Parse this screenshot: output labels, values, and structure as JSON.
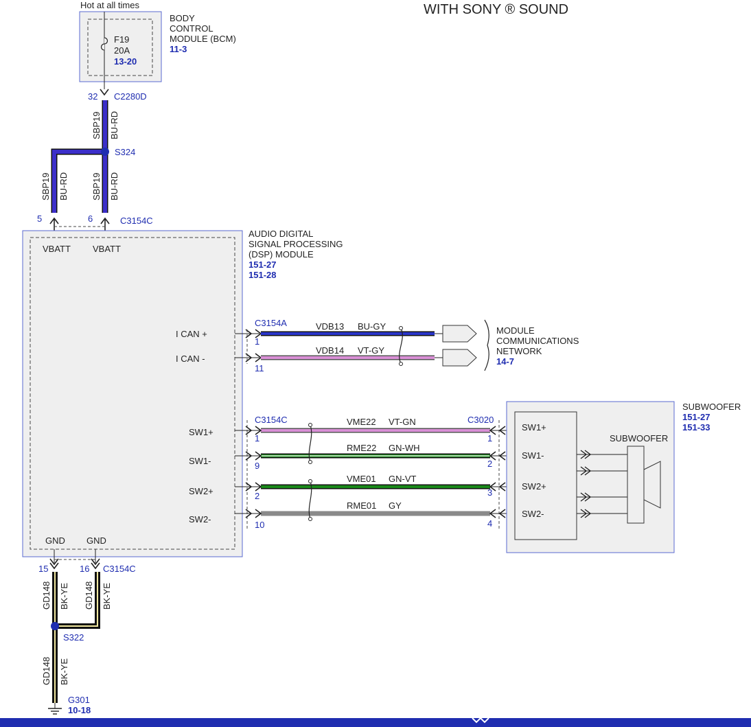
{
  "title": "WITH SONY ® SOUND",
  "power": {
    "hot_label": "Hot at all times",
    "fuse_name": "F19",
    "fuse_rating": "20A",
    "fuse_ref": "13-20",
    "bcm_name_1": "BODY",
    "bcm_name_2": "CONTROL",
    "bcm_name_3": "MODULE (BCM)",
    "bcm_ref": "11-3",
    "bcm_pin": "32",
    "bcm_connector": "C2280D",
    "splice": "S324"
  },
  "wires": {
    "sbp19_circuit": "SBP19",
    "sbp19_color": "BU-RD",
    "gd148_circuit": "GD148",
    "gd148_color": "BK-YE"
  },
  "dsp": {
    "name_1": "AUDIO DIGITAL",
    "name_2": "SIGNAL PROCESSING",
    "name_3": "(DSP) MODULE",
    "ref_1": "151-27",
    "ref_2": "151-28",
    "pin_vbatt_1": "5",
    "pin_vbatt_2": "6",
    "power_connector": "C3154C",
    "vbatt_label": "VBATT",
    "gnd_label": "GND",
    "pin_gnd_1": "15",
    "pin_gnd_2": "16",
    "gnd_connector": "C3154C",
    "can_connector": "C3154A",
    "sw_connector": "C3154C"
  },
  "can": {
    "plus_label": "I CAN +",
    "minus_label": "I CAN -",
    "plus_pin": "1",
    "minus_pin": "11",
    "plus_circuit": "VDB13",
    "plus_color": "BU-GY",
    "minus_circuit": "VDB14",
    "minus_color": "VT-GY",
    "network_1": "MODULE",
    "network_2": "COMMUNICATIONS",
    "network_3": "NETWORK",
    "network_ref": "14-7"
  },
  "speaker": {
    "sw1p_label": "SW1+",
    "sw1m_label": "SW1-",
    "sw2p_label": "SW2+",
    "sw2m_label": "SW2-",
    "dsp_pin_sw1p": "1",
    "dsp_pin_sw1m": "9",
    "dsp_pin_sw2p": "2",
    "dsp_pin_sw2m": "10",
    "sub_pin_sw1p": "1",
    "sub_pin_sw1m": "2",
    "sub_pin_sw2p": "3",
    "sub_pin_sw2m": "4",
    "circuit_sw1p": "VME22",
    "color_sw1p": "VT-GN",
    "circuit_sw1m": "RME22",
    "color_sw1m": "GN-WH",
    "circuit_sw2p": "VME01",
    "color_sw2p": "GN-VT",
    "circuit_sw2m": "RME01",
    "color_sw2m": "GY",
    "sub_connector": "C3020",
    "sub_module_name": "SUBWOOFER",
    "sub_ref_1": "151-27",
    "sub_ref_2": "151-33",
    "sub_inner_label": "SUBWOOFER"
  },
  "ground": {
    "splice": "S322",
    "ground_point": "G301",
    "ground_ref": "10-18"
  },
  "colors": {
    "bu_rd": "#3c2fc9",
    "bk_ye": "#1a1a1a",
    "bu_gy": "#2a35c8",
    "vt_gy": "#d98fd6",
    "vt_gn": "#d98fd6",
    "gn_wh": "#1a8a1a",
    "gn_vt": "#1a8a1a",
    "gy": "#8a8a8a",
    "bottom_bar": "#1f2db0"
  }
}
